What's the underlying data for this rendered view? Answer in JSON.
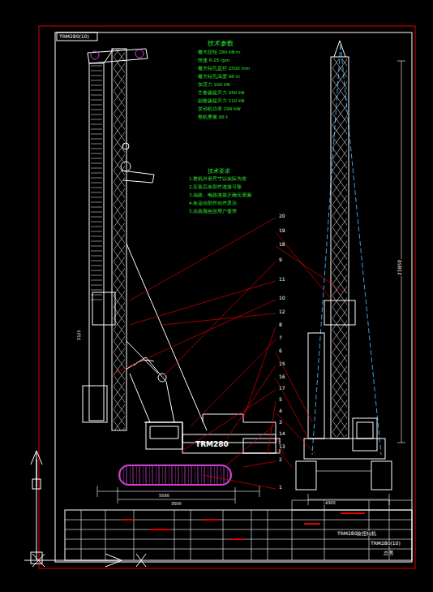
{
  "diagram": {
    "labels": [
      "TRM280(10)",
      "技术参数",
      "最大扭矩 280 kN·m",
      "转速 6-25 rpm",
      "最大钻孔直径 2500 mm",
      "最大钻孔深度 88 m",
      "加压力 200 kN",
      "主卷扬提升力 260 kN",
      "副卷扬提升力 110 kN",
      "发动机功率 298 kW",
      "整机重量 88 t",
      "技术要求",
      "1.整机外形尺寸以实际为准",
      "2.安装后各部件连接可靠",
      "3.油路、电路连接正确无泄漏",
      "4.各运动部件动作灵活",
      "5.涂装颜色按用户要求",
      "TRM280",
      "20",
      "19",
      "18",
      "9",
      "11",
      "10",
      "12",
      "8",
      "7",
      "6",
      "15",
      "16",
      "17",
      "5",
      "4",
      "3",
      "14",
      "13",
      "2",
      "1",
      "23850",
      "4300",
      "5030",
      "3500",
      "5120",
      "TRM280旋挖钻机",
      "TRM280(10)",
      "总图"
    ]
  }
}
